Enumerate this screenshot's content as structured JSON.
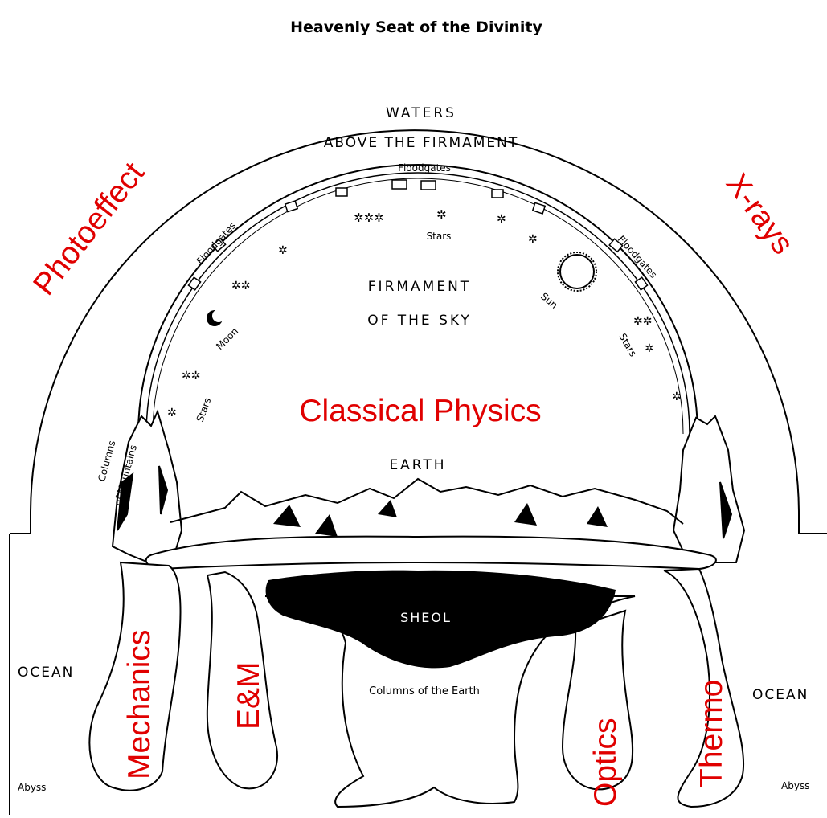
{
  "title": "Heavenly Seat of the Divinity",
  "labels": {
    "waters": "WATERS",
    "above_firmament": "ABOVE THE FIRMAMENT",
    "floodgates_top": "Floodgates",
    "floodgates_left": "Floodgates",
    "floodgates_right": "Floodgates",
    "stars_top": "Stars",
    "stars_left": "Stars",
    "stars_right": "Stars",
    "moon": "Moon",
    "sun": "Sun",
    "firmament": "FIRMAMENT",
    "of_the_sky": "OF THE SKY",
    "earth": "EARTH",
    "columns_of_mountains_1": "Columns",
    "columns_of_mountains_2": "of Mountains",
    "sheol": "SHEOL",
    "columns_of_earth": "Columns of the Earth",
    "ocean_left": "OCEAN",
    "ocean_right": "OCEAN",
    "abyss_left": "Abyss",
    "abyss_right": "Abyss"
  },
  "overlays": {
    "classical_physics": "Classical Physics",
    "photoeffect": "Photoeffect",
    "xrays": "X-rays",
    "mechanics": "Mechanics",
    "em": "E&M",
    "optics": "Optics",
    "thermo": "Thermo"
  },
  "colors": {
    "ink": "#000000",
    "overlay": "#e00000",
    "background": "#ffffff"
  }
}
